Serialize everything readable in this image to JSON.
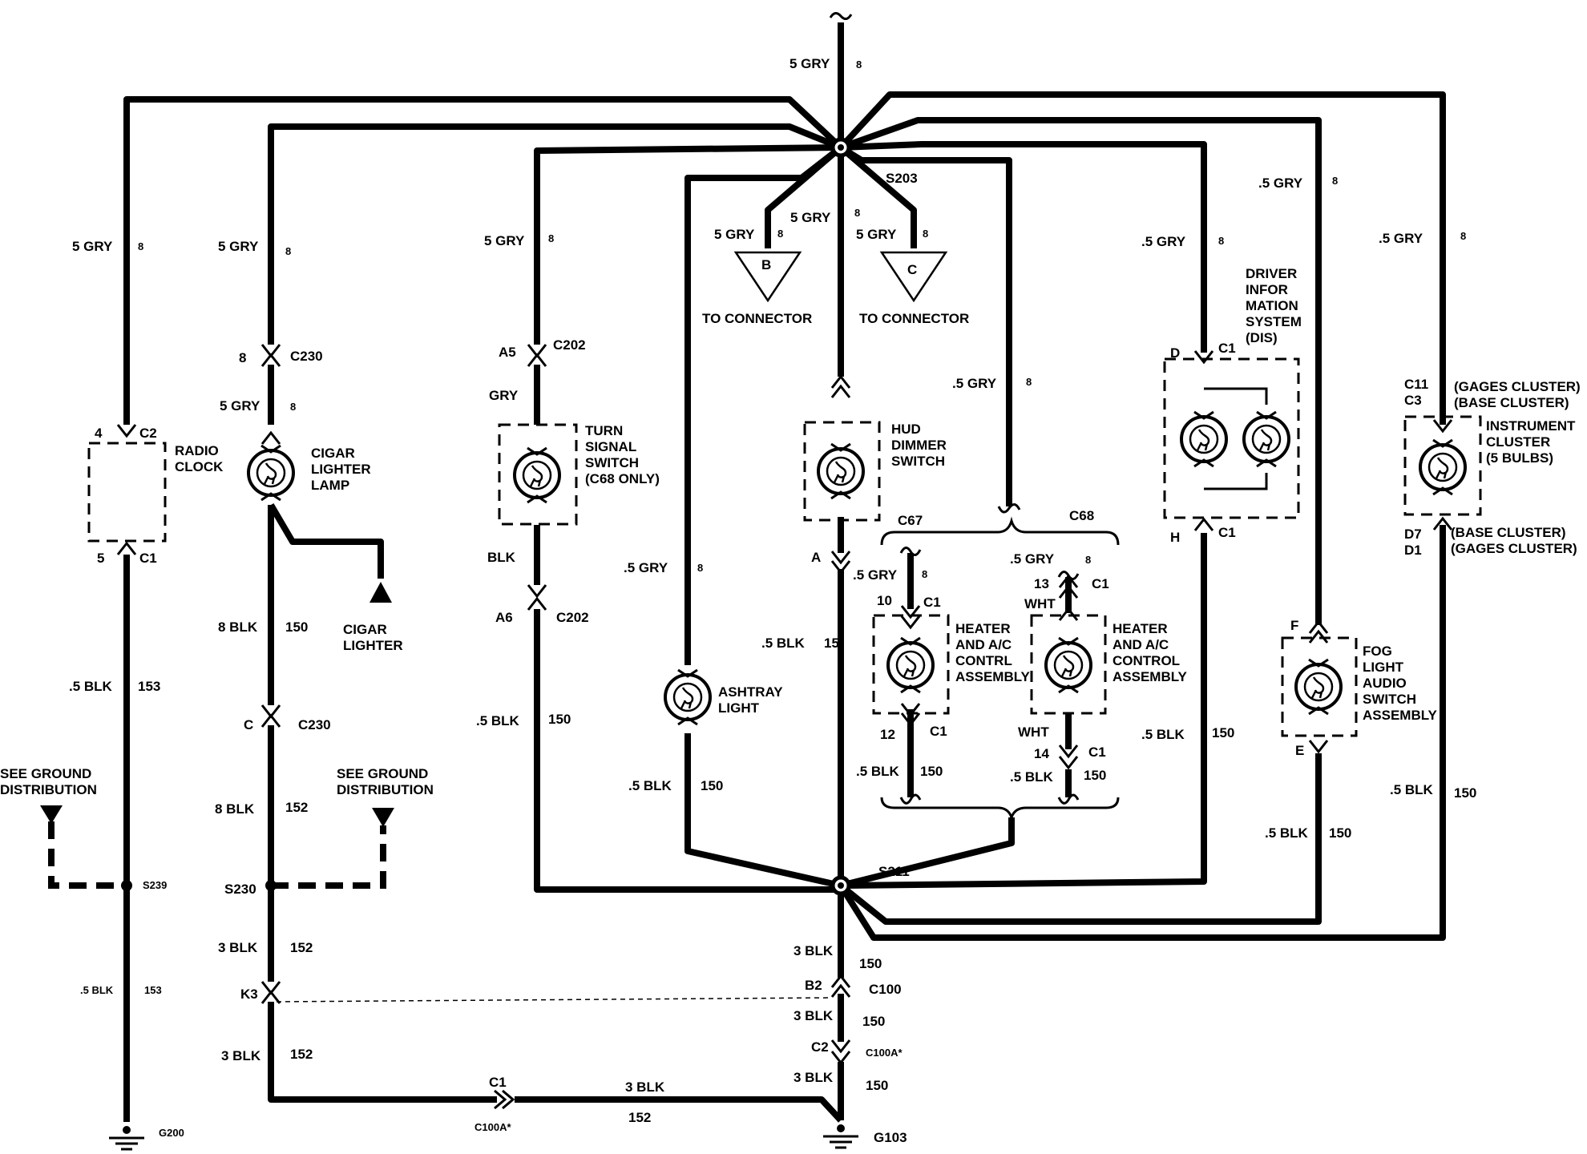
{
  "splices": {
    "s203": "S203",
    "s211": "S211",
    "s239": "S239",
    "s230": "S230"
  },
  "grounds": {
    "g200": "G200",
    "g103": "G103",
    "see_ground": "SEE GROUND",
    "distribution": "DISTRIBUTION"
  },
  "top_feed": {
    "wire": "5 GRY",
    "circuit": "8"
  },
  "components": {
    "radio": {
      "line1": "RADIO",
      "line2": "CLOCK"
    },
    "cigar_lamp": {
      "line1": "CIGAR",
      "line2": "LIGHTER",
      "line3": "LAMP"
    },
    "cigar_lighter": {
      "line1": "CIGAR",
      "line2": "LIGHTER"
    },
    "turn_signal": {
      "line1": "TURN",
      "line2": "SIGNAL",
      "line3": "SWITCH",
      "line4": "(C68 ONLY)"
    },
    "ashtray": {
      "line1": "ASHTRAY",
      "line2": "LIGHT"
    },
    "hud": {
      "line1": "HUD",
      "line2": "DIMMER",
      "line3": "SWITCH"
    },
    "heater_c67": {
      "line1": "HEATER",
      "line2": "AND A/C",
      "line3": "CONTRL",
      "line4": "ASSEMBLY"
    },
    "heater_c68": {
      "line1": "HEATER",
      "line2": "AND A/C",
      "line3": "CONTROL",
      "line4": "ASSEMBLY"
    },
    "dis": {
      "line1": "DRIVER",
      "line2": "INFOR",
      "line3": "MATION",
      "line4": "SYSTEM",
      "line5": "(DIS)"
    },
    "fog": {
      "line1": "FOG",
      "line2": "LIGHT",
      "line3": "AUDIO",
      "line4": "SWITCH",
      "line5": "ASSEMBLY"
    },
    "cluster": {
      "line1": "INSTRUMENT",
      "line2": "CLUSTER",
      "line3": "(5 BULBS)"
    },
    "to_connector_b": "TO CONNECTOR",
    "to_connector_c": "TO CONNECTOR",
    "conn_b": "B",
    "conn_c": "C"
  },
  "options": {
    "c67": "C67",
    "c68": "C68",
    "gages_cluster": "(GAGES CLUSTER)",
    "base_cluster": "(BASE CLUSTER)"
  },
  "wires": {
    "gry5": "5 GRY",
    "gry_half": ".5 GRY",
    "gry": "GRY",
    "blk": "BLK",
    "wht": "WHT",
    "blk_half": ".5 BLK",
    "blk8": "8 BLK",
    "blk3": "3 BLK",
    "c8": "8",
    "c15": "15",
    "c150": "150",
    "c152": "152",
    "c153": "153"
  },
  "connectors": {
    "c1": "C1",
    "c2": "C2",
    "c3": "C3",
    "c11": "C11",
    "c230": "C230",
    "c202": "C202",
    "c100": "C100",
    "c100a": "C100A*",
    "a5": "A5",
    "a6": "A6",
    "a": "A",
    "b2": "B2",
    "k3": "K3",
    "c": "C",
    "d": "D",
    "d1": "D1",
    "d7": "D7",
    "e": "E",
    "f": "F",
    "h": "H",
    "p4": "4",
    "p5": "5",
    "p8": "8",
    "p10": "10",
    "p12": "12",
    "p13": "13",
    "p14": "14"
  }
}
